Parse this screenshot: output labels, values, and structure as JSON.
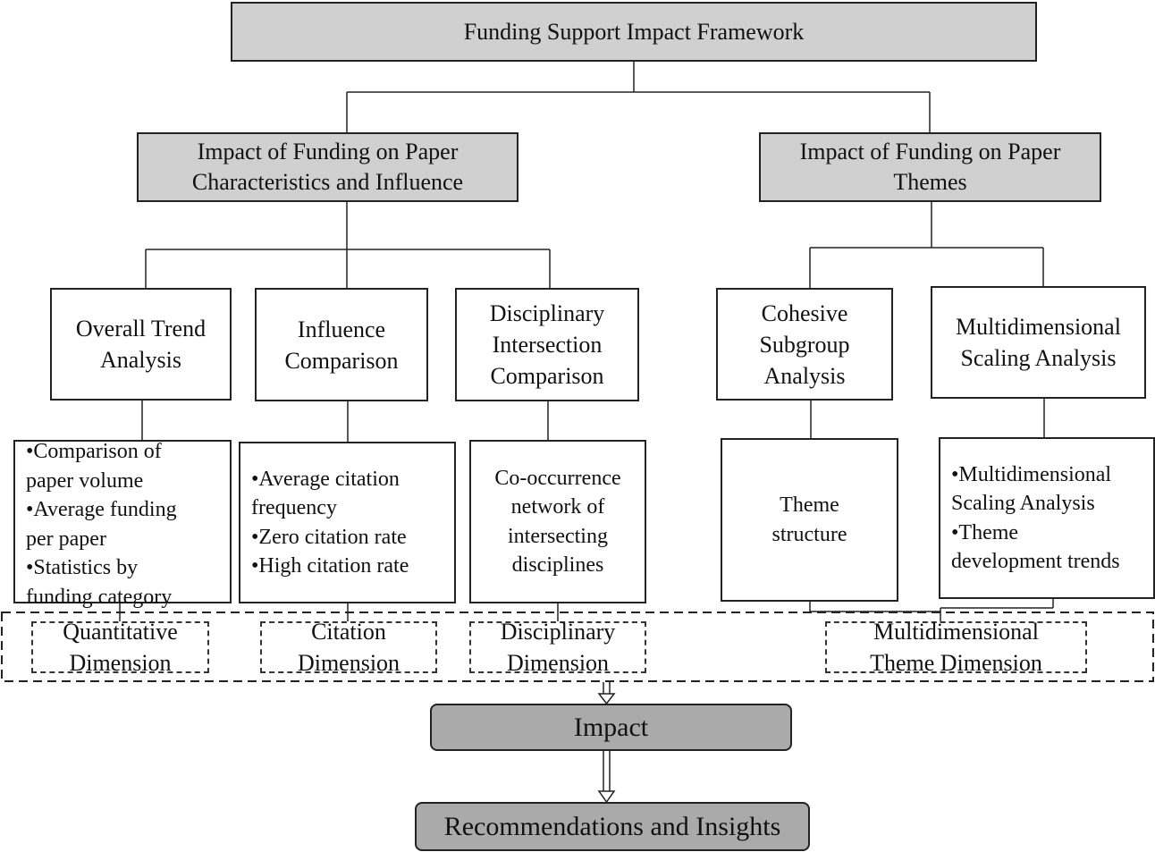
{
  "title": "Funding Support Impact Framework",
  "branches": {
    "left": {
      "lines": [
        "Impact of Funding on Paper",
        "Characteristics and Influence"
      ]
    },
    "right": {
      "lines": [
        "Impact of Funding on Paper",
        "Themes"
      ]
    }
  },
  "methods": {
    "overall_trend": {
      "lines": [
        "Overall Trend",
        "Analysis"
      ]
    },
    "influence": {
      "lines": [
        "Influence",
        "Comparison"
      ]
    },
    "disciplinary": {
      "lines": [
        "Disciplinary",
        "Intersection",
        "Comparison"
      ]
    },
    "cohesive": {
      "lines": [
        "Cohesive",
        "Subgroup",
        "Analysis"
      ]
    },
    "mds": {
      "lines": [
        "Multidimensional",
        "Scaling Analysis"
      ]
    }
  },
  "details": {
    "overall_trend": {
      "lines": [
        "•Comparison of",
        "paper volume",
        "•Average funding",
        "per paper",
        "•Statistics by",
        "funding category"
      ]
    },
    "influence": {
      "lines": [
        "•Average citation",
        "frequency",
        "•Zero citation rate",
        "•High citation rate"
      ]
    },
    "disciplinary": {
      "lines": [
        "Co-occurrence",
        "network of",
        "intersecting",
        "disciplines"
      ]
    },
    "cohesive": {
      "lines": [
        "Theme",
        "structure"
      ]
    },
    "mds": {
      "lines": [
        "•Multidimensional",
        "Scaling Analysis",
        "•Theme",
        "development trends"
      ]
    }
  },
  "dimensions": {
    "quantitative": {
      "lines": [
        "Quantitative",
        "Dimension"
      ]
    },
    "citation": {
      "lines": [
        "Citation",
        "Dimension"
      ]
    },
    "disciplinary": {
      "lines": [
        "Disciplinary",
        "Dimension"
      ]
    },
    "theme": {
      "lines": [
        "Multidimensional",
        "Theme Dimension"
      ]
    }
  },
  "impact": "Impact",
  "recommendations": "Recommendations and Insights"
}
